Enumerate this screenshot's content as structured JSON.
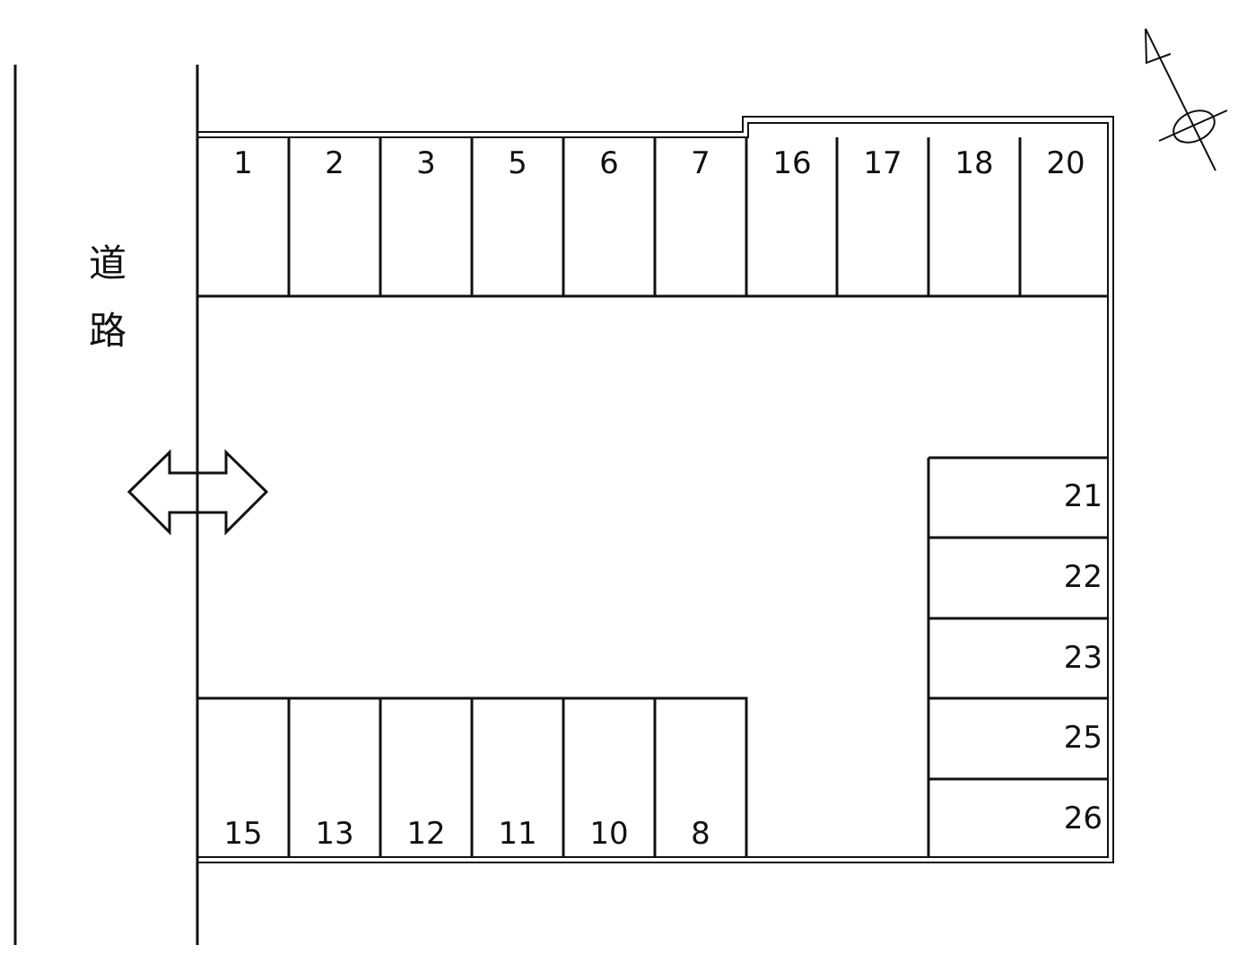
{
  "road_label_chars": [
    "道",
    "路"
  ],
  "top_row": [
    "1",
    "2",
    "3",
    "5",
    "6",
    "7",
    "16",
    "17",
    "18",
    "20"
  ],
  "bottom_row": [
    "15",
    "13",
    "12",
    "11",
    "10",
    "8"
  ],
  "right_column": [
    "21",
    "22",
    "23",
    "25",
    "26"
  ],
  "compass": {
    "indicates": "north",
    "icon": "north-arrow-icon"
  },
  "entrance": {
    "icon": "double-arrow-icon"
  }
}
